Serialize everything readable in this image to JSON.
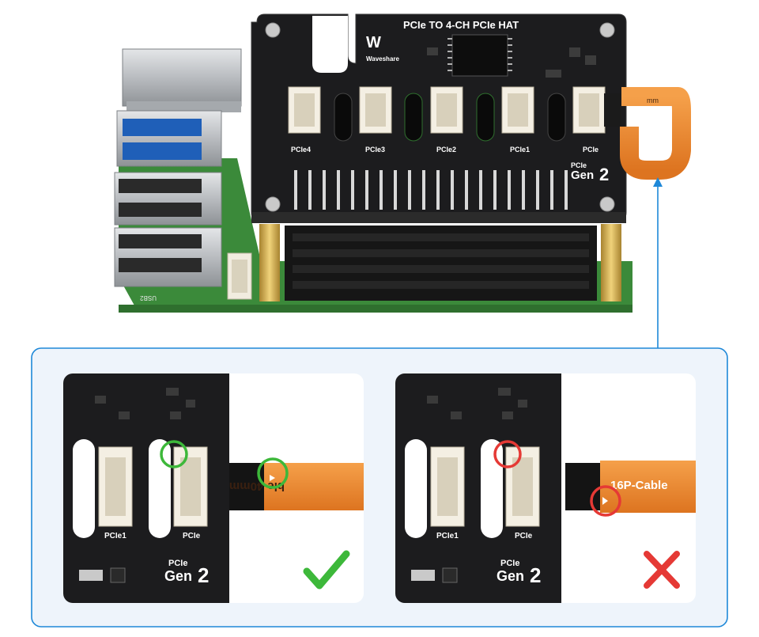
{
  "board": {
    "title": "PCIe TO 4-CH PCIe HAT",
    "brand": "Waveshare",
    "logo_text": "W",
    "ports": [
      "PCIe4",
      "PCIe3",
      "PCIe2",
      "PCIe1",
      "PCIe"
    ],
    "gen_label_small": "PCIe",
    "gen_label_big": "Gen",
    "gen_number": "2",
    "usb_label": "USB2",
    "cable_text": "mm"
  },
  "panel": {
    "correct": {
      "port_labels": [
        "PCIe1",
        "PCIe"
      ],
      "gen_small": "PCIe",
      "gen_big": "Gen",
      "gen_number": "2",
      "cable_text": "ble-40mm",
      "status": "correct"
    },
    "wrong": {
      "port_labels": [
        "PCIe1",
        "PCIe"
      ],
      "gen_small": "PCIe",
      "gen_big": "Gen",
      "gen_number": "2",
      "cable_text": "16P-Cable",
      "status": "wrong"
    }
  },
  "colors": {
    "accent_blue": "#1e88d8",
    "panel_bg": "#eef4fb",
    "correct_green": "#3db83a",
    "wrong_red": "#e53935",
    "cable_orange": "#f08a2a",
    "pcb_black": "#1c1c1e",
    "pcb_green": "#3b8a3a"
  }
}
